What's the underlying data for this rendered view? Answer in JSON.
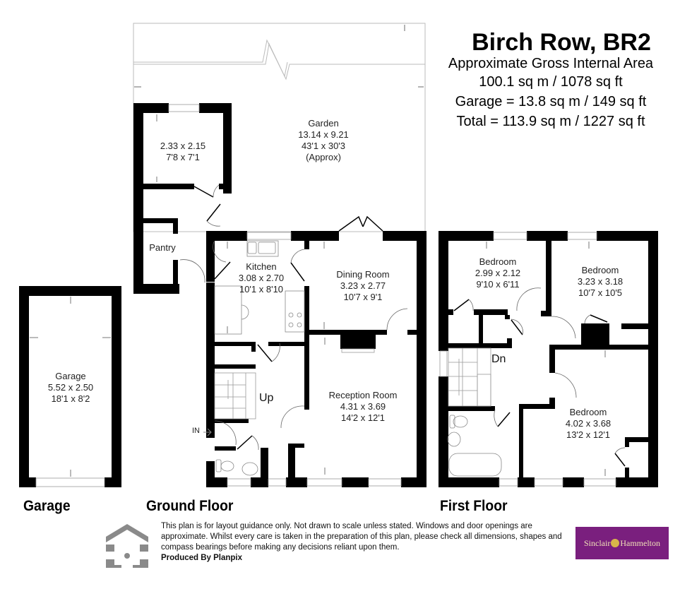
{
  "header": {
    "title": "Birch Row, BR2",
    "subtitle": "Approximate Gross Internal Area",
    "internal_area": "100.1 sq m / 1078 sq ft",
    "garage_area": "Garage = 13.8 sq m / 149 sq ft",
    "total_area": "Total = 113.9 sq m / 1227 sq ft"
  },
  "floors": {
    "garage": "Garage",
    "ground": "Ground Floor",
    "first": "First Floor"
  },
  "rooms": {
    "garden": {
      "name": "Garden",
      "metric": "13.14 x 9.21",
      "imperial": "43'1 x 30'3",
      "note": "(Approx)"
    },
    "outbuilding": {
      "metric": "2.33 x 2.15",
      "imperial": "7'8 x 7'1"
    },
    "pantry": {
      "name": "Pantry"
    },
    "kitchen": {
      "name": "Kitchen",
      "metric": "3.08 x 2.70",
      "imperial": "10'1 x 8'10"
    },
    "dining": {
      "name": "Dining Room",
      "metric": "3.23 x 2.77",
      "imperial": "10'7 x 9'1"
    },
    "reception": {
      "name": "Reception Room",
      "metric": "4.31 x 3.69",
      "imperial": "14'2 x 12'1"
    },
    "garage": {
      "name": "Garage",
      "metric": "5.52 x 2.50",
      "imperial": "18'1 x 8'2"
    },
    "bedroom1": {
      "name": "Bedroom",
      "metric": "2.99 x 2.12",
      "imperial": "9'10 x 6'11"
    },
    "bedroom2": {
      "name": "Bedroom",
      "metric": "3.23 x 3.18",
      "imperial": "10'7 x 10'5"
    },
    "bedroom3": {
      "name": "Bedroom",
      "metric": "4.02 x 3.68",
      "imperial": "13'2 x 12'1"
    }
  },
  "labels": {
    "stairs_up": "Up",
    "stairs_down": "Dn",
    "entrance": "IN"
  },
  "footer": {
    "disclaimer": "This plan is for layout guidance only. Not drawn to scale unless stated. Windows and door openings are approximate. Whilst every care is taken in the preparation of this plan, please check all dimensions, shapes and compass bearings before making any decisions reliant upon them.",
    "produced_by": "Produced By Planpix",
    "brand_left": "Sinclair",
    "brand_right": "Hammelton"
  },
  "colors": {
    "wall": "#000000",
    "brand_bg": "#7a1f7e",
    "brand_text": "#f2e2b8",
    "logo_gray": "#8a8a8a"
  }
}
